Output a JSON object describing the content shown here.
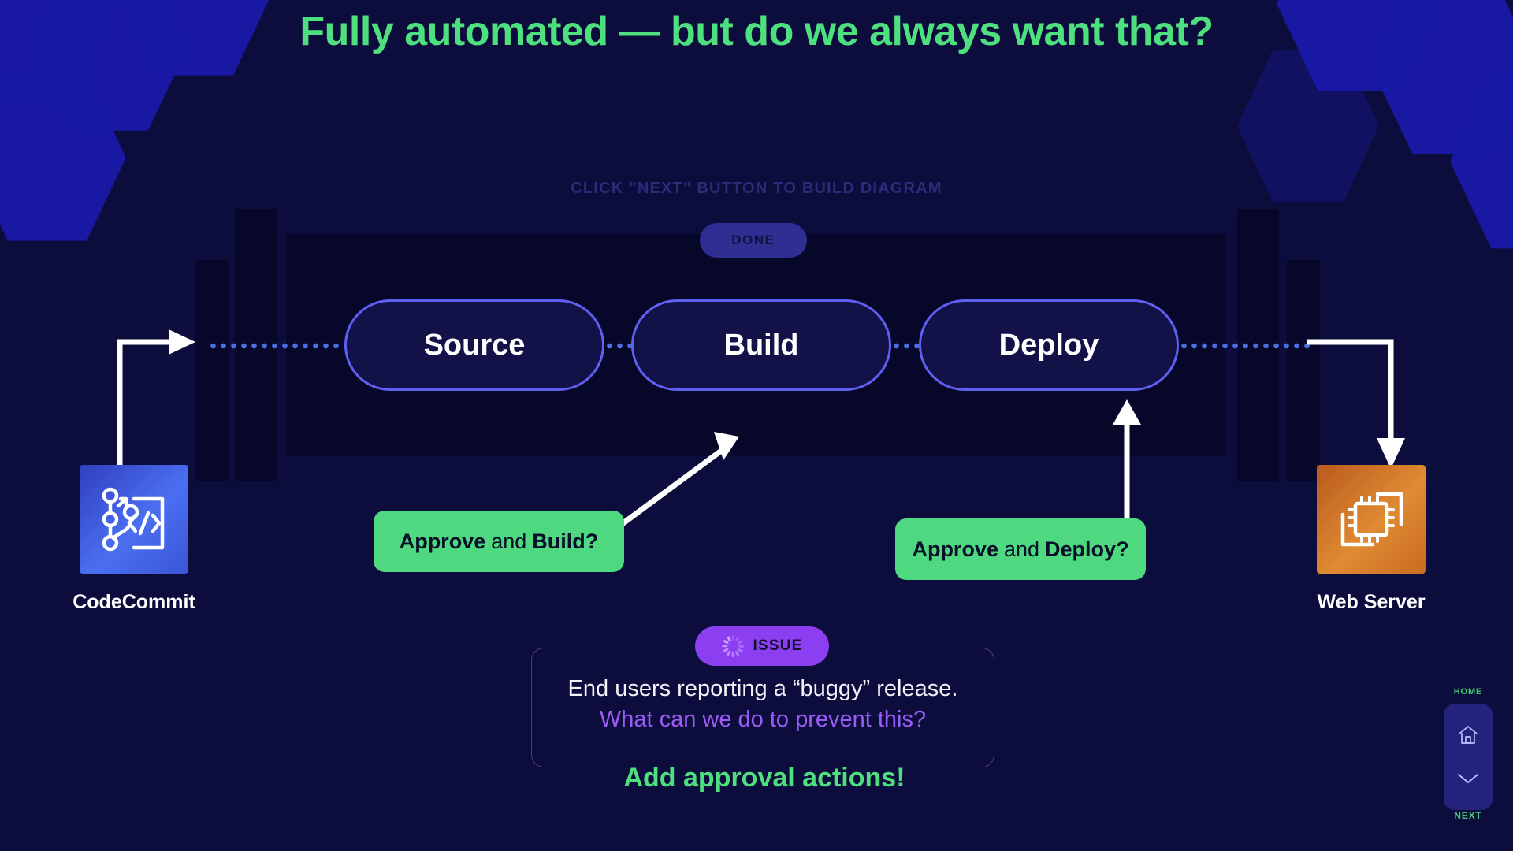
{
  "slide": {
    "title": "Fully automated — but do we always want that?",
    "hint": "CLICK \"NEXT\" BUTTON TO BUILD DIAGRAM",
    "status_badge": "DONE"
  },
  "theme": {
    "background": "#0d0d3d",
    "band": "#07072a",
    "accent_green": "#4ee07f",
    "approval_green": "#4ed880",
    "stage_border": "#5f5ff2",
    "stage_fill": "#121249",
    "issue_purple": "#8b3ff0",
    "issue_text_purple": "#9b5cf6",
    "hex_blue": "#1a1aa8",
    "connector_white": "#ffffff",
    "dot_blue": "#4a6fe0",
    "done_fill": "#2e2e93",
    "done_text": "#12123f",
    "hint_text": "#2b2b7a",
    "nav_panel": "#23237e"
  },
  "pipeline": {
    "stages": [
      {
        "name": "source",
        "label": "Source"
      },
      {
        "name": "build",
        "label": "Build"
      },
      {
        "name": "deploy",
        "label": "Deploy"
      }
    ]
  },
  "services": {
    "source": {
      "name": "codecommit",
      "label": "CodeCommit",
      "icon": "code-repository-icon",
      "gradient": "blue"
    },
    "target": {
      "name": "webserver",
      "label": "Web Server",
      "icon": "cpu-chip-icon",
      "gradient": "orange"
    }
  },
  "approvals": [
    {
      "name": "approve-build",
      "prefix": "Approve",
      "middle": "and",
      "suffix": "Build?"
    },
    {
      "name": "approve-deploy",
      "prefix": "Approve",
      "middle": "and",
      "suffix": "Deploy?"
    }
  ],
  "issue": {
    "badge_label": "ISSUE",
    "badge_icon": "spinner-icon",
    "line1": "End users reporting a “buggy” release.",
    "line2": "What can we do to prevent this?",
    "answer": "Add approval actions!"
  },
  "nav": {
    "home_label": "HOME",
    "next_label": "NEXT",
    "home_icon": "home-icon",
    "next_icon": "chevron-down-icon"
  }
}
